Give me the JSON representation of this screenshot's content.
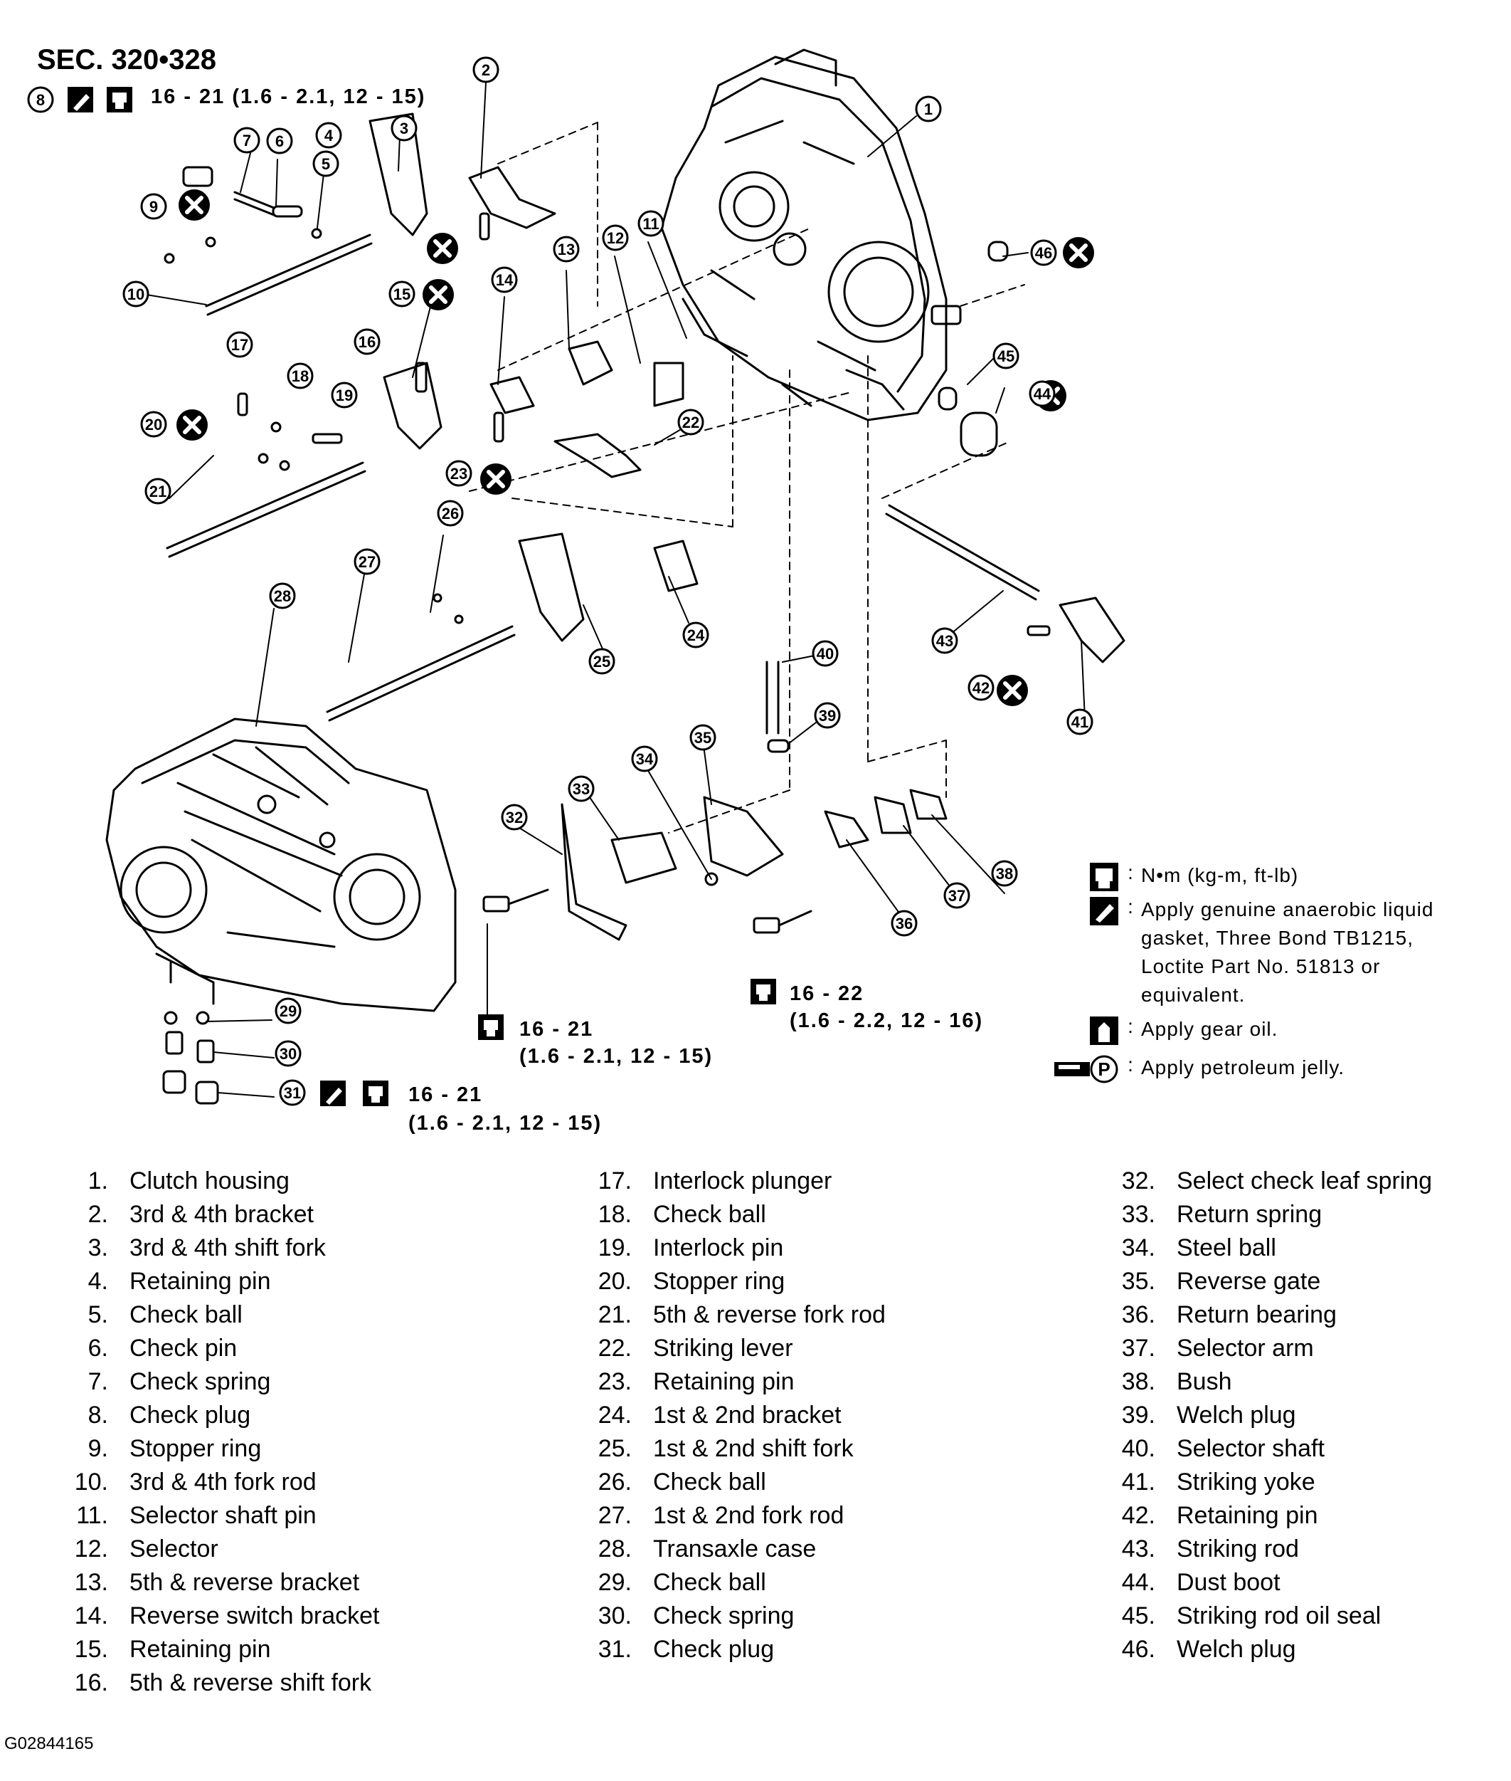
{
  "section": "SEC. 320•328",
  "torque_specs": [
    {
      "callout": "8",
      "text": "16 - 21 (1.6 - 2.1, 12 - 15)"
    },
    {
      "line1": "16 - 22",
      "line2": "(1.6 - 2.2, 12 - 16)"
    },
    {
      "line1": "16 - 21",
      "line2": "(1.6 - 2.1, 12 - 15)"
    },
    {
      "callout": "31",
      "line1": "16 - 21",
      "line2": "(1.6 - 2.1, 12 - 15)"
    }
  ],
  "callouts": [
    "1",
    "2",
    "3",
    "4",
    "5",
    "6",
    "7",
    "8",
    "9",
    "10",
    "11",
    "12",
    "13",
    "14",
    "15",
    "16",
    "17",
    "18",
    "19",
    "20",
    "21",
    "22",
    "23",
    "24",
    "25",
    "26",
    "27",
    "28",
    "29",
    "30",
    "31",
    "32",
    "33",
    "34",
    "35",
    "36",
    "37",
    "38",
    "39",
    "40",
    "41",
    "42",
    "43",
    "44",
    "45",
    "46"
  ],
  "legend": [
    {
      "icon": "torque-wrench-icon",
      "text": "N•m (kg-m, ft-lb)"
    },
    {
      "icon": "liquid-gasket-icon",
      "text": "Apply genuine anaerobic liquid gasket, Three Bond TB1215, Loctite Part No. 51813 or equivalent."
    },
    {
      "icon": "gear-oil-icon",
      "text": "Apply gear oil."
    },
    {
      "icon": "petroleum-jelly-icon",
      "symbol": "P",
      "text": "Apply petroleum jelly."
    }
  ],
  "parts": [
    {
      "num": "1.",
      "name": "Clutch housing"
    },
    {
      "num": "2.",
      "name": "3rd & 4th bracket"
    },
    {
      "num": "3.",
      "name": "3rd & 4th shift fork"
    },
    {
      "num": "4.",
      "name": "Retaining pin"
    },
    {
      "num": "5.",
      "name": "Check ball"
    },
    {
      "num": "6.",
      "name": "Check pin"
    },
    {
      "num": "7.",
      "name": "Check spring"
    },
    {
      "num": "8.",
      "name": "Check plug"
    },
    {
      "num": "9.",
      "name": "Stopper ring"
    },
    {
      "num": "10.",
      "name": "3rd & 4th fork rod"
    },
    {
      "num": "11.",
      "name": "Selector shaft pin"
    },
    {
      "num": "12.",
      "name": "Selector"
    },
    {
      "num": "13.",
      "name": "5th & reverse bracket"
    },
    {
      "num": "14.",
      "name": "Reverse switch bracket"
    },
    {
      "num": "15.",
      "name": "Retaining pin"
    },
    {
      "num": "16.",
      "name": "5th & reverse shift fork"
    },
    {
      "num": "17.",
      "name": "Interlock plunger"
    },
    {
      "num": "18.",
      "name": "Check ball"
    },
    {
      "num": "19.",
      "name": "Interlock pin"
    },
    {
      "num": "20.",
      "name": "Stopper ring"
    },
    {
      "num": "21.",
      "name": "5th & reverse fork rod"
    },
    {
      "num": "22.",
      "name": "Striking lever"
    },
    {
      "num": "23.",
      "name": "Retaining pin"
    },
    {
      "num": "24.",
      "name": "1st & 2nd bracket"
    },
    {
      "num": "25.",
      "name": "1st & 2nd shift fork"
    },
    {
      "num": "26.",
      "name": "Check ball"
    },
    {
      "num": "27.",
      "name": "1st & 2nd fork rod"
    },
    {
      "num": "28.",
      "name": "Transaxle case"
    },
    {
      "num": "29.",
      "name": "Check ball"
    },
    {
      "num": "30.",
      "name": "Check spring"
    },
    {
      "num": "31.",
      "name": "Check plug"
    },
    {
      "num": "32.",
      "name": "Select check leaf spring"
    },
    {
      "num": "33.",
      "name": "Return spring"
    },
    {
      "num": "34.",
      "name": "Steel ball"
    },
    {
      "num": "35.",
      "name": "Reverse gate"
    },
    {
      "num": "36.",
      "name": "Return bearing"
    },
    {
      "num": "37.",
      "name": "Selector arm"
    },
    {
      "num": "38.",
      "name": "Bush"
    },
    {
      "num": "39.",
      "name": "Welch plug"
    },
    {
      "num": "40.",
      "name": "Selector shaft"
    },
    {
      "num": "41.",
      "name": "Striking yoke"
    },
    {
      "num": "42.",
      "name": "Retaining pin"
    },
    {
      "num": "43.",
      "name": "Striking rod"
    },
    {
      "num": "44.",
      "name": "Dust boot"
    },
    {
      "num": "45.",
      "name": "Striking rod oil seal"
    },
    {
      "num": "46.",
      "name": "Welch plug"
    }
  ],
  "figure_id": "G02844165"
}
